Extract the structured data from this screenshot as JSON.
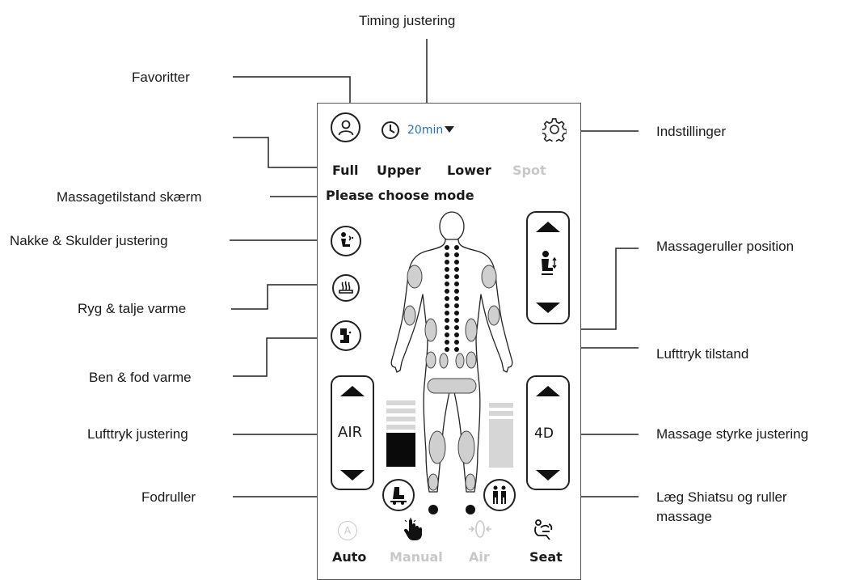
{
  "callouts": {
    "timing": "Timing justering",
    "favorites": "Favoritter",
    "settings": "Indstillinger",
    "mode_screen": "Massagetilstand skærm",
    "neck_shoulder": "Nakke & Skulder justering",
    "roller_position": "Massageruller position",
    "back_heat": "Ryg & talje varme",
    "airpressure_state": "Lufttryk tilstand",
    "leg_heat": "Ben & fod varme",
    "airpressure_adjust": "Lufttryk justering",
    "strength_adjust": "Massage styrke justering",
    "foot_roller": "Fodruller",
    "calf_shiatsu_line1": "Læg Shiatsu og ruller",
    "calf_shiatsu_line2": "massage"
  },
  "screen": {
    "timer_value": "20min",
    "tabs": [
      "Full",
      "Upper",
      "Lower",
      "Spot"
    ],
    "status_text": "Please choose mode",
    "air_label": "AIR",
    "strength_label": "4D",
    "bottom_modes": [
      "Auto",
      "Manual",
      "Air",
      "Seat"
    ],
    "bottom_mode_icons": [
      "auto-a-icon",
      "hand-icon",
      "air-icon",
      "seat-icon"
    ],
    "auto_icon_letter": "A"
  },
  "colors": {
    "active": "#111111",
    "inactive": "#c8c8c8",
    "body_fill": "#ffffff",
    "zone_fill": "#cfcfcf",
    "timer_digits": "#2a6fbf"
  },
  "air_level_bars": 2,
  "air_level_total": 6
}
